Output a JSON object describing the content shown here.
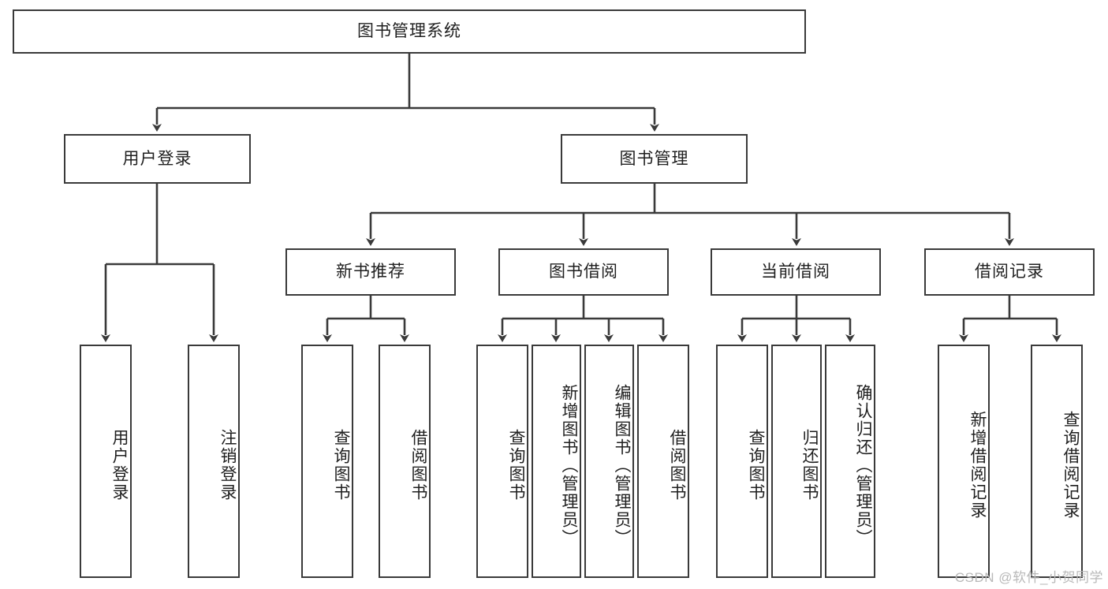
{
  "diagram": {
    "type": "tree-hierarchy",
    "title": "图书管理系统",
    "root": {
      "label": "图书管理系统"
    },
    "level2": [
      {
        "id": "user-login",
        "label": "用户登录"
      },
      {
        "id": "book-management",
        "label": "图书管理"
      }
    ],
    "level3": [
      {
        "id": "new-book-recommend",
        "label": "新书推荐"
      },
      {
        "id": "book-borrow",
        "label": "图书借阅"
      },
      {
        "id": "current-borrow",
        "label": "当前借阅"
      },
      {
        "id": "borrow-record",
        "label": "借阅记录"
      }
    ],
    "leaves": [
      {
        "id": "leaf-user-login",
        "label": "用户登录",
        "parent": "user-login"
      },
      {
        "id": "leaf-logout-login",
        "label": "注销登录",
        "parent": "user-login"
      },
      {
        "id": "leaf-query-book-1",
        "label": "查询图书",
        "parent": "new-book-recommend"
      },
      {
        "id": "leaf-borrow-book-1",
        "label": "借阅图书",
        "parent": "new-book-recommend"
      },
      {
        "id": "leaf-query-book-2",
        "label": "查询图书",
        "parent": "book-borrow"
      },
      {
        "id": "leaf-add-book",
        "label": "新增图书（管理员）",
        "parent": "book-borrow"
      },
      {
        "id": "leaf-edit-book",
        "label": "编辑图书（管理员）",
        "parent": "book-borrow"
      },
      {
        "id": "leaf-borrow-book-2",
        "label": "借阅图书",
        "parent": "book-borrow"
      },
      {
        "id": "leaf-query-book-3",
        "label": "查询图书",
        "parent": "current-borrow"
      },
      {
        "id": "leaf-return-book",
        "label": "归还图书",
        "parent": "current-borrow"
      },
      {
        "id": "leaf-confirm-return",
        "label": "确认归还（管理员）",
        "parent": "current-borrow"
      },
      {
        "id": "leaf-add-borrow-record",
        "label": "新增借阅记录",
        "parent": "borrow-record"
      },
      {
        "id": "leaf-query-borrow-record",
        "label": "查询借阅记录",
        "parent": "borrow-record"
      }
    ]
  },
  "watermark": {
    "text": "CSDN @软件_小贺同学"
  },
  "colors": {
    "stroke": "#3a3a3a",
    "background": "#ffffff",
    "text": "#1f1f1f",
    "watermark": "#b9b9b9"
  }
}
